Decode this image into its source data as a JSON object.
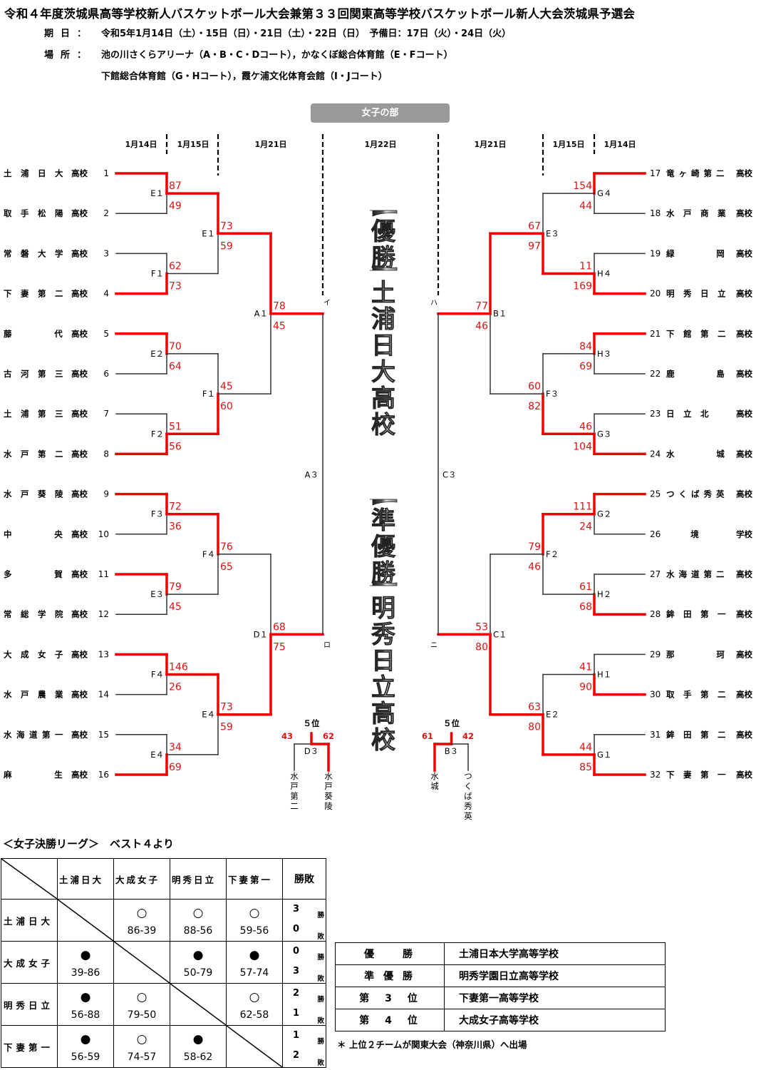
{
  "header": {
    "title": "令和４年度茨城県高等学校新人バスケットボール大会兼第３３回関東高等学校バスケットボール新人大会茨城県予選会",
    "date_label": "期日：",
    "date_value": "令和5年1月14日（土）・15日（日）・21日（土）・22日（日）　予備日：17日（火）・24日（火）",
    "venue_label": "場所：",
    "venue_line1": "池の川さくらアリーナ（A・B・C・Dコート），かなくぼ総合体育館（E・Fコート）",
    "venue_line2": "下館総合体育館（G・Hコート），霞ケ浦文化体育会館（I・Jコート）"
  },
  "section": "女子の部",
  "colors": {
    "winner_line": "#ee0000",
    "score": "#dd1111",
    "line": "#333333",
    "badge": "#999999"
  },
  "round_dates": {
    "left": [
      "1月14日",
      "1月15日",
      "1月21日"
    ],
    "center": "1月22日",
    "right": [
      "1月21日",
      "1月15日",
      "1月14日"
    ]
  },
  "teams_left": [
    {
      "no": "1",
      "name": "土浦日大",
      "suffix": "高校"
    },
    {
      "no": "2",
      "name": "取手松陽",
      "suffix": "高校"
    },
    {
      "no": "3",
      "name": "常磐大学",
      "suffix": "高校"
    },
    {
      "no": "4",
      "name": "下妻第二",
      "suffix": "高校"
    },
    {
      "no": "5",
      "name": "藤代",
      "suffix": "高校"
    },
    {
      "no": "6",
      "name": "古河第三",
      "suffix": "高校"
    },
    {
      "no": "7",
      "name": "土浦第三",
      "suffix": "高校"
    },
    {
      "no": "8",
      "name": "水戸第二",
      "suffix": "高校"
    },
    {
      "no": "9",
      "name": "水戸葵陵",
      "suffix": "高校"
    },
    {
      "no": "10",
      "name": "中央",
      "suffix": "高校"
    },
    {
      "no": "11",
      "name": "多賀",
      "suffix": "高校"
    },
    {
      "no": "12",
      "name": "常総学院",
      "suffix": "高校"
    },
    {
      "no": "13",
      "name": "大成女子",
      "suffix": "高校"
    },
    {
      "no": "14",
      "name": "水戸農業",
      "suffix": "高校"
    },
    {
      "no": "15",
      "name": "水海道第一",
      "suffix": "高校"
    },
    {
      "no": "16",
      "name": "麻生",
      "suffix": "高校"
    }
  ],
  "teams_right": [
    {
      "no": "17",
      "name": "竜ヶ崎第二",
      "suffix": "高校"
    },
    {
      "no": "18",
      "name": "水戸商業",
      "suffix": "高校"
    },
    {
      "no": "19",
      "name": "緑岡",
      "suffix": "高校"
    },
    {
      "no": "20",
      "name": "明秀日立",
      "suffix": "高校"
    },
    {
      "no": "21",
      "name": "下館第二",
      "suffix": "高校"
    },
    {
      "no": "22",
      "name": "鹿島",
      "suffix": "高校"
    },
    {
      "no": "23",
      "name": "日立北",
      "suffix": "高校"
    },
    {
      "no": "24",
      "name": "水城",
      "suffix": "高校"
    },
    {
      "no": "25",
      "name": "つくば秀英",
      "suffix": "高校"
    },
    {
      "no": "26",
      "name": "境",
      "suffix": "学校"
    },
    {
      "no": "27",
      "name": "水海道第二",
      "suffix": "高校"
    },
    {
      "no": "28",
      "name": "鉾田第一",
      "suffix": "高校"
    },
    {
      "no": "29",
      "name": "那珂",
      "suffix": "高校"
    },
    {
      "no": "30",
      "name": "取手第二",
      "suffix": "高校"
    },
    {
      "no": "31",
      "name": "鉾田第二",
      "suffix": "高校"
    },
    {
      "no": "32",
      "name": "下妻第一",
      "suffix": "高校"
    }
  ],
  "left_round1": [
    {
      "court": "E１",
      "top_score": "87",
      "bottom_score": "49",
      "winner": "top"
    },
    {
      "court": "F１",
      "top_score": "62",
      "bottom_score": "73",
      "winner": "bottom"
    },
    {
      "court": "E２",
      "top_score": "70",
      "bottom_score": "64",
      "winner": "top"
    },
    {
      "court": "F２",
      "top_score": "51",
      "bottom_score": "56",
      "winner": "bottom"
    },
    {
      "court": "F３",
      "top_score": "72",
      "bottom_score": "36",
      "winner": "top"
    },
    {
      "court": "E３",
      "top_score": "79",
      "bottom_score": "45",
      "winner": "top"
    },
    {
      "court": "F４",
      "top_score": "146",
      "bottom_score": "26",
      "winner": "top"
    },
    {
      "court": "E４",
      "top_score": "34",
      "bottom_score": "69",
      "winner": "bottom"
    }
  ],
  "left_round2": [
    {
      "court": "E１",
      "top_score": "73",
      "bottom_score": "59",
      "winner": "top"
    },
    {
      "court": "F１",
      "top_score": "45",
      "bottom_score": "60",
      "winner": "bottom"
    },
    {
      "court": "F４",
      "top_score": "76",
      "bottom_score": "65",
      "winner": "top"
    },
    {
      "court": "E４",
      "top_score": "73",
      "bottom_score": "59",
      "winner": "top"
    }
  ],
  "left_round3": [
    {
      "court": "A１",
      "top_score": "78",
      "bottom_score": "45",
      "winner": "top",
      "slot": "イ"
    },
    {
      "court": "D１",
      "top_score": "68",
      "bottom_score": "75",
      "winner": "bottom",
      "slot": "ロ"
    }
  ],
  "left_round4": {
    "court": "A３"
  },
  "right_round1": [
    {
      "court": "G４",
      "top_score": "154",
      "bottom_score": "44",
      "winner": "top"
    },
    {
      "court": "H４",
      "top_score": "11",
      "bottom_score": "169",
      "winner": "bottom"
    },
    {
      "court": "H３",
      "top_score": "84",
      "bottom_score": "69",
      "winner": "top"
    },
    {
      "court": "G３",
      "top_score": "46",
      "bottom_score": "104",
      "winner": "bottom"
    },
    {
      "court": "G２",
      "top_score": "111",
      "bottom_score": "24",
      "winner": "top"
    },
    {
      "court": "H２",
      "top_score": "61",
      "bottom_score": "68",
      "winner": "bottom"
    },
    {
      "court": "H１",
      "top_score": "41",
      "bottom_score": "90",
      "winner": "bottom"
    },
    {
      "court": "G１",
      "top_score": "44",
      "bottom_score": "85",
      "winner": "bottom"
    }
  ],
  "right_round2": [
    {
      "court": "E３",
      "top_score": "67",
      "bottom_score": "97",
      "winner": "bottom"
    },
    {
      "court": "F３",
      "top_score": "60",
      "bottom_score": "82",
      "winner": "bottom"
    },
    {
      "court": "F２",
      "top_score": "79",
      "bottom_score": "46",
      "winner": "top"
    },
    {
      "court": "E２",
      "top_score": "63",
      "bottom_score": "80",
      "winner": "bottom"
    }
  ],
  "right_round3": [
    {
      "court": "B１",
      "top_score": "77",
      "bottom_score": "46",
      "winner": "top",
      "slot": "ハ"
    },
    {
      "court": "C１",
      "top_score": "53",
      "bottom_score": "80",
      "winner": "bottom",
      "slot": "ニ"
    }
  ],
  "right_round4": {
    "court": "C３"
  },
  "fifth_place": [
    {
      "label": "５位",
      "court": "D３",
      "left_team": "水戸第二",
      "right_team": "水戸葵陵",
      "left_score": "43",
      "right_score": "62",
      "winner": "right"
    },
    {
      "label": "５位",
      "court": "B３",
      "left_team": "水城",
      "right_team": "つくば秀英",
      "left_score": "61",
      "right_score": "42",
      "winner": "left"
    }
  ],
  "champion_banner": "【優勝】土浦日大高校",
  "runnerup_banner": "【準優勝】明秀日立高校",
  "league": {
    "title": "＜女子決勝リーグ＞　ベスト４より",
    "teams": [
      "土浦日大",
      "大成女子",
      "明秀日立",
      "下妻第一"
    ],
    "wl_header": "勝敗",
    "win_label": "勝",
    "loss_label": "敗",
    "rows": [
      {
        "team": "土浦日大",
        "cells": [
          null,
          {
            "mark": "○",
            "score": "86-39"
          },
          {
            "mark": "○",
            "score": "88-56"
          },
          {
            "mark": "○",
            "score": "59-56"
          }
        ],
        "wins": "3",
        "losses": "0"
      },
      {
        "team": "大成女子",
        "cells": [
          {
            "mark": "●",
            "score": "39-86"
          },
          null,
          {
            "mark": "●",
            "score": "50-79"
          },
          {
            "mark": "●",
            "score": "57-74"
          }
        ],
        "wins": "0",
        "losses": "3"
      },
      {
        "team": "明秀日立",
        "cells": [
          {
            "mark": "●",
            "score": "56-88"
          },
          {
            "mark": "○",
            "score": "79-50"
          },
          null,
          {
            "mark": "○",
            "score": "62-58"
          }
        ],
        "wins": "2",
        "losses": "1"
      },
      {
        "team": "下妻第一",
        "cells": [
          {
            "mark": "●",
            "score": "56-59"
          },
          {
            "mark": "○",
            "score": "74-57"
          },
          {
            "mark": "●",
            "score": "58-62"
          },
          null
        ],
        "wins": "1",
        "losses": "2"
      }
    ]
  },
  "ranking": [
    {
      "place": "優　　勝",
      "school": "土浦日本大学高等学校"
    },
    {
      "place": "準 優 勝",
      "school": "明秀学園日立高等学校"
    },
    {
      "place": "第　3　位",
      "school": "下妻第一高等学校"
    },
    {
      "place": "第　4　位",
      "school": "大成女子高等学校"
    }
  ],
  "note": "＊ 上位２チームが関東大会（神奈川県）へ出場"
}
